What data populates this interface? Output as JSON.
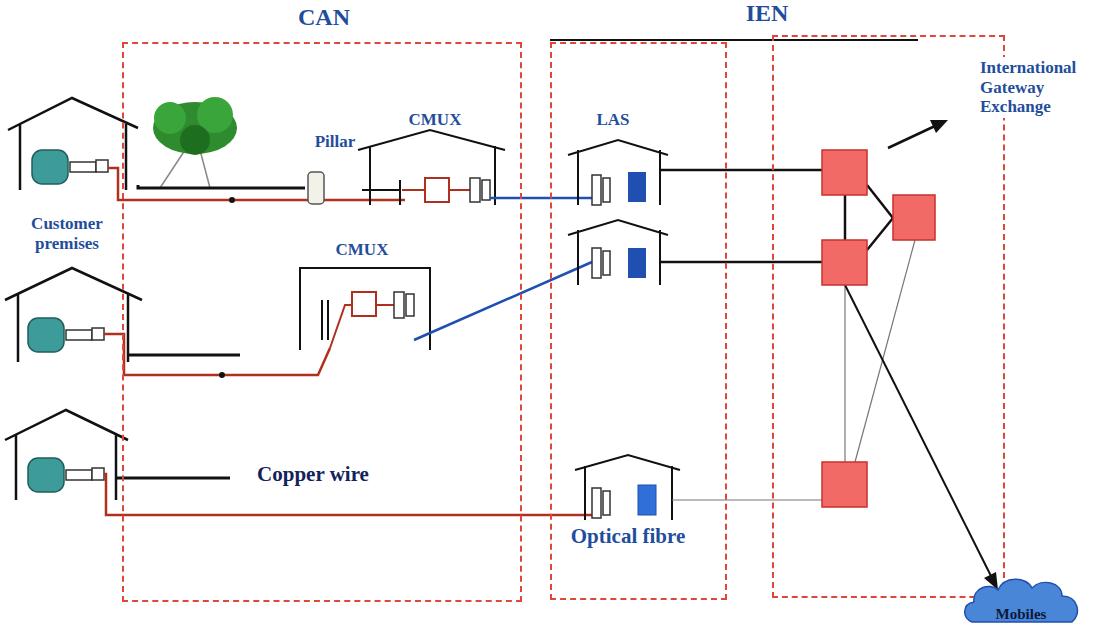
{
  "diagram": {
    "nodes": [
      {
        "text": [
          "CAN"
        ]
      },
      {
        "text": [
          "IEN"
        ]
      },
      {
        "text": [
          "International Gateway Exchange"
        ]
      },
      {
        "text": [
          "Mobiles"
        ]
      }
    ],
    "labels": [
      "Pillar",
      "CMUX",
      "CMUX",
      "LAS",
      "Customer premises",
      "Copper wire",
      "Optical fibre"
    ]
  }
}
